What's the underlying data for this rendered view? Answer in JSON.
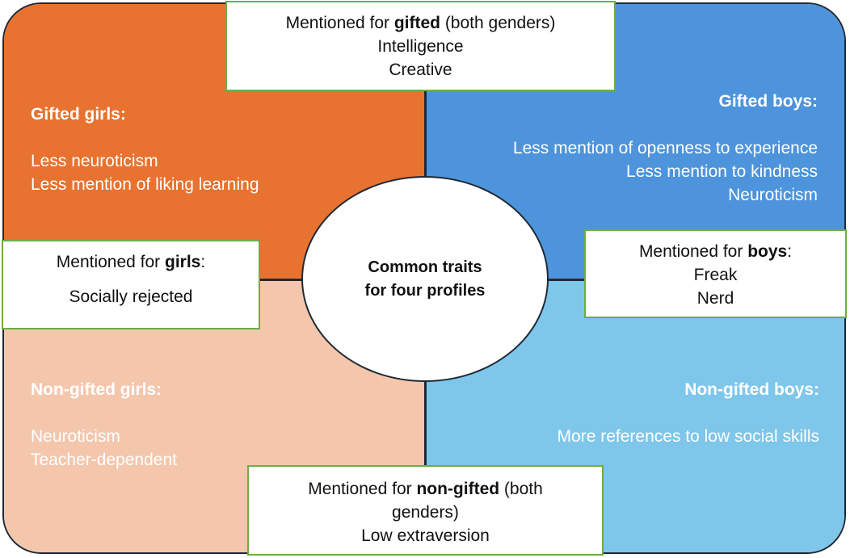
{
  "center": {
    "line1": "Common traits",
    "line2": "for four profiles"
  },
  "quadrants": {
    "gifted_girls": {
      "heading": "Gifted girls:",
      "traits": [
        "Less neuroticism",
        "Less mention of liking learning"
      ]
    },
    "gifted_boys": {
      "heading": "Gifted boys:",
      "traits": [
        "Less mention of openness to experience",
        "Less mention to kindness",
        "Neuroticism"
      ]
    },
    "nongifted_girls": {
      "heading": "Non-gifted girls:",
      "traits": [
        "Neuroticism",
        "Teacher-dependent"
      ]
    },
    "nongifted_boys": {
      "heading": "Non-gifted boys:",
      "traits": [
        "More references to low social skills"
      ]
    }
  },
  "boxes": {
    "gifted_both": {
      "prefix": "Mentioned for ",
      "bold": "gifted",
      "suffix": " (both genders)",
      "items": [
        "Intelligence",
        "Creative"
      ]
    },
    "girls": {
      "prefix": "Mentioned for ",
      "bold": "girls",
      "suffix": ":",
      "items": [
        "Socially rejected"
      ]
    },
    "boys": {
      "prefix": "Mentioned for ",
      "bold": "boys",
      "suffix": ":",
      "items": [
        "Freak",
        "Nerd"
      ]
    },
    "nongifted_both": {
      "prefix": "Mentioned for ",
      "bold": "non-gifted",
      "suffix": " (both",
      "line2": "genders)",
      "items": [
        "Low extraversion"
      ]
    }
  },
  "colors": {
    "gifted_girls": "#e8722f",
    "gifted_boys": "#4d94dc",
    "nongifted_girls": "#f4c7ad",
    "nongifted_boys": "#7fc6eb",
    "box_border": "#6aae45"
  }
}
